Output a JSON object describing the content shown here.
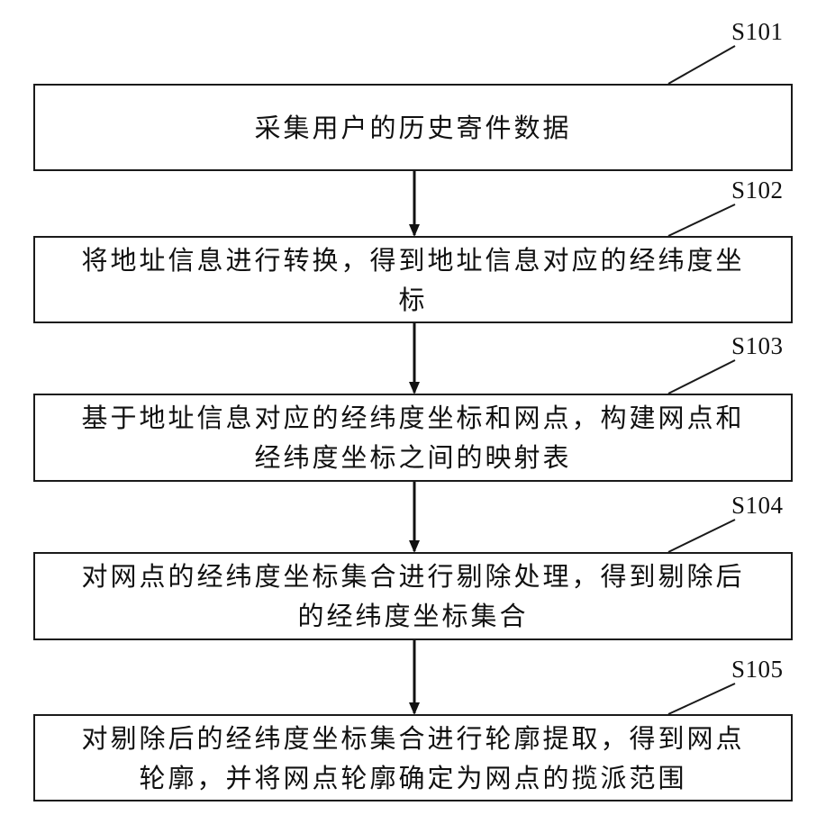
{
  "steps": [
    {
      "id": "S101",
      "text": "采集用户的历史寄件数据"
    },
    {
      "id": "S102",
      "text": "将地址信息进行转换，得到地址信息对应的经纬度坐\n标"
    },
    {
      "id": "S103",
      "text": "基于地址信息对应的经纬度坐标和网点，构建网点和\n经纬度坐标之间的映射表"
    },
    {
      "id": "S104",
      "text": "对网点的经纬度坐标集合进行剔除处理，得到剔除后\n的经纬度坐标集合"
    },
    {
      "id": "S105",
      "text": "对剔除后的经纬度坐标集合进行轮廓提取，得到网点\n轮廓，并将网点轮廓确定为网点的揽派范围"
    }
  ]
}
